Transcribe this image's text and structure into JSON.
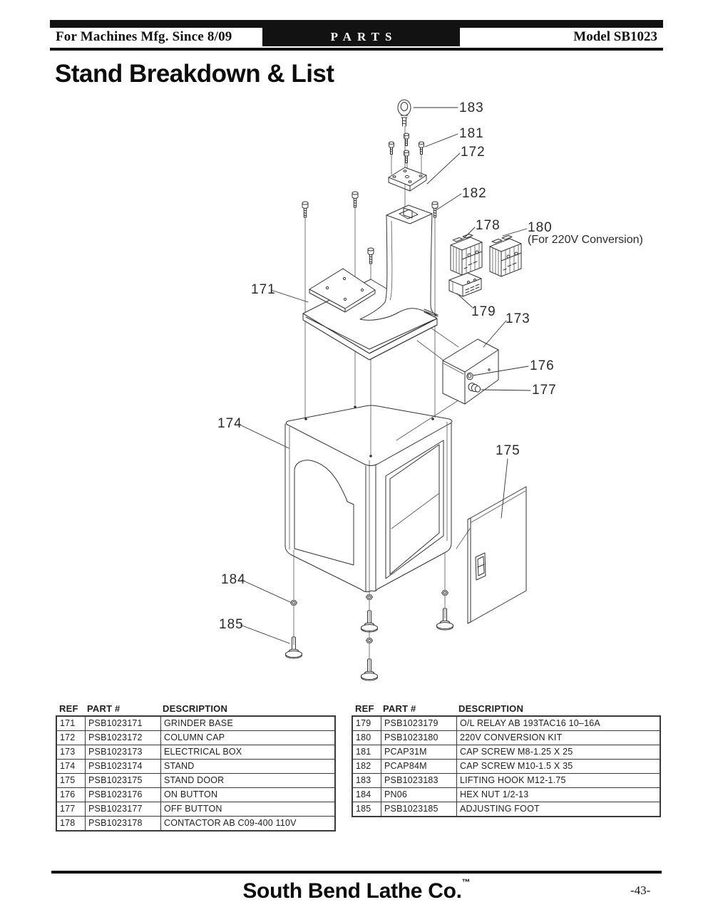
{
  "page_header": {
    "left": "For Machines Mfg. Since 8/09",
    "center": "PARTS",
    "right": "Model SB1023"
  },
  "page_title": "Stand Breakdown & List",
  "diagram": {
    "conversion_note": "(For 220V Conversion)",
    "callouts": [
      "183",
      "181",
      "172",
      "182",
      "178",
      "180",
      "171",
      "179",
      "173",
      "176",
      "177",
      "174",
      "175",
      "184",
      "185"
    ]
  },
  "parts_tables": [
    {
      "headers": [
        "REF",
        "PART #",
        "DESCRIPTION"
      ],
      "rows": [
        [
          "171",
          "PSB1023171",
          "GRINDER BASE"
        ],
        [
          "172",
          "PSB1023172",
          "COLUMN CAP"
        ],
        [
          "173",
          "PSB1023173",
          "ELECTRICAL BOX"
        ],
        [
          "174",
          "PSB1023174",
          "STAND"
        ],
        [
          "175",
          "PSB1023175",
          "STAND DOOR"
        ],
        [
          "176",
          "PSB1023176",
          "ON BUTTON"
        ],
        [
          "177",
          "PSB1023177",
          "OFF BUTTON"
        ],
        [
          "178",
          "PSB1023178",
          "CONTACTOR AB C09-400 110V"
        ]
      ]
    },
    {
      "headers": [
        "REF",
        "PART #",
        "DESCRIPTION"
      ],
      "rows": [
        [
          "179",
          "PSB1023179",
          "O/L RELAY AB 193TAC16 10–16A"
        ],
        [
          "180",
          "PSB1023180",
          "220V CONVERSION KIT"
        ],
        [
          "181",
          "PCAP31M",
          "CAP SCREW M8-1.25 X 25"
        ],
        [
          "182",
          "PCAP84M",
          "CAP SCREW M10-1.5 X 35"
        ],
        [
          "183",
          "PSB1023183",
          "LIFTING HOOK M12-1.75"
        ],
        [
          "184",
          "PN06",
          "HEX NUT 1/2-13"
        ],
        [
          "185",
          "PSB1023185",
          "ADJUSTING FOOT"
        ]
      ]
    }
  ],
  "page_footer": {
    "brand": "South Bend Lathe Co.",
    "trademark": "™",
    "page_number": "-43-"
  }
}
